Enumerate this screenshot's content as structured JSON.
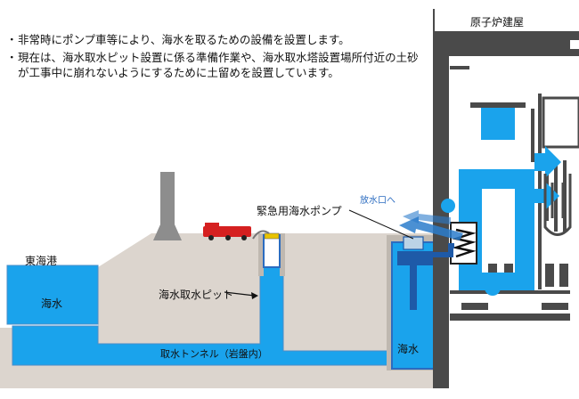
{
  "bullets": [
    "非常時にポンプ車等により、海水を取るための設備を設置します。",
    "現在は、海水取水ピット設置に係る準備作業や、海水取水塔設置場所付近の土砂が工事中に崩れないようにするために土留めを設置しています。"
  ],
  "labels": {
    "reactor_building": "原子炉建屋",
    "discharge": "放水口へ",
    "emergency_pump": "緊急用海水ポンプ",
    "harbor": "東海港",
    "harbor_water": "海水",
    "intake_pit": "海水取水ピット",
    "tunnel": "取水トンネル（岩盤内）",
    "tower_water": "海水"
  },
  "colors": {
    "water": "#1aa3ec",
    "flow_arrow": "#2b7ccb",
    "ground": "#dcd5ce",
    "building": "#4a4a4a",
    "pump_body": "#1e5aa8",
    "truck": "#d52020"
  }
}
